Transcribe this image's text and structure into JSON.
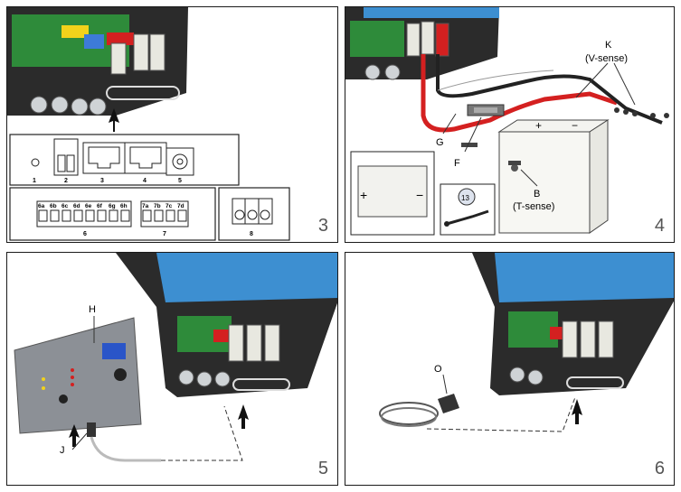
{
  "panels": [
    {
      "number": "3",
      "terminal_numbers": [
        "1",
        "2",
        "3",
        "4",
        "5"
      ],
      "terminal_block_labels": [
        "6a",
        "6b",
        "6c",
        "6d",
        "6e",
        "6f",
        "6g",
        "6h",
        "7a",
        "7b",
        "7c",
        "7d"
      ],
      "group_labels": [
        "6",
        "7",
        "8"
      ]
    },
    {
      "number": "4",
      "callouts": {
        "k": "K",
        "k_desc": "(V-sense)",
        "g": "G",
        "f": "F",
        "b": "B",
        "b_desc": "(T-sense)",
        "nut_size": "13"
      },
      "polarity": {
        "plus": "+",
        "minus": "−"
      }
    },
    {
      "number": "5",
      "callouts": {
        "h": "H",
        "j": "J"
      }
    },
    {
      "number": "6",
      "callouts": {
        "o": "O"
      }
    }
  ],
  "colors": {
    "device_body": "#2b2b2b",
    "device_blue": "#3d8fd1",
    "pcb_green": "#2e8b3a",
    "cable_red": "#d42020",
    "panel_grey": "#8c9096"
  }
}
